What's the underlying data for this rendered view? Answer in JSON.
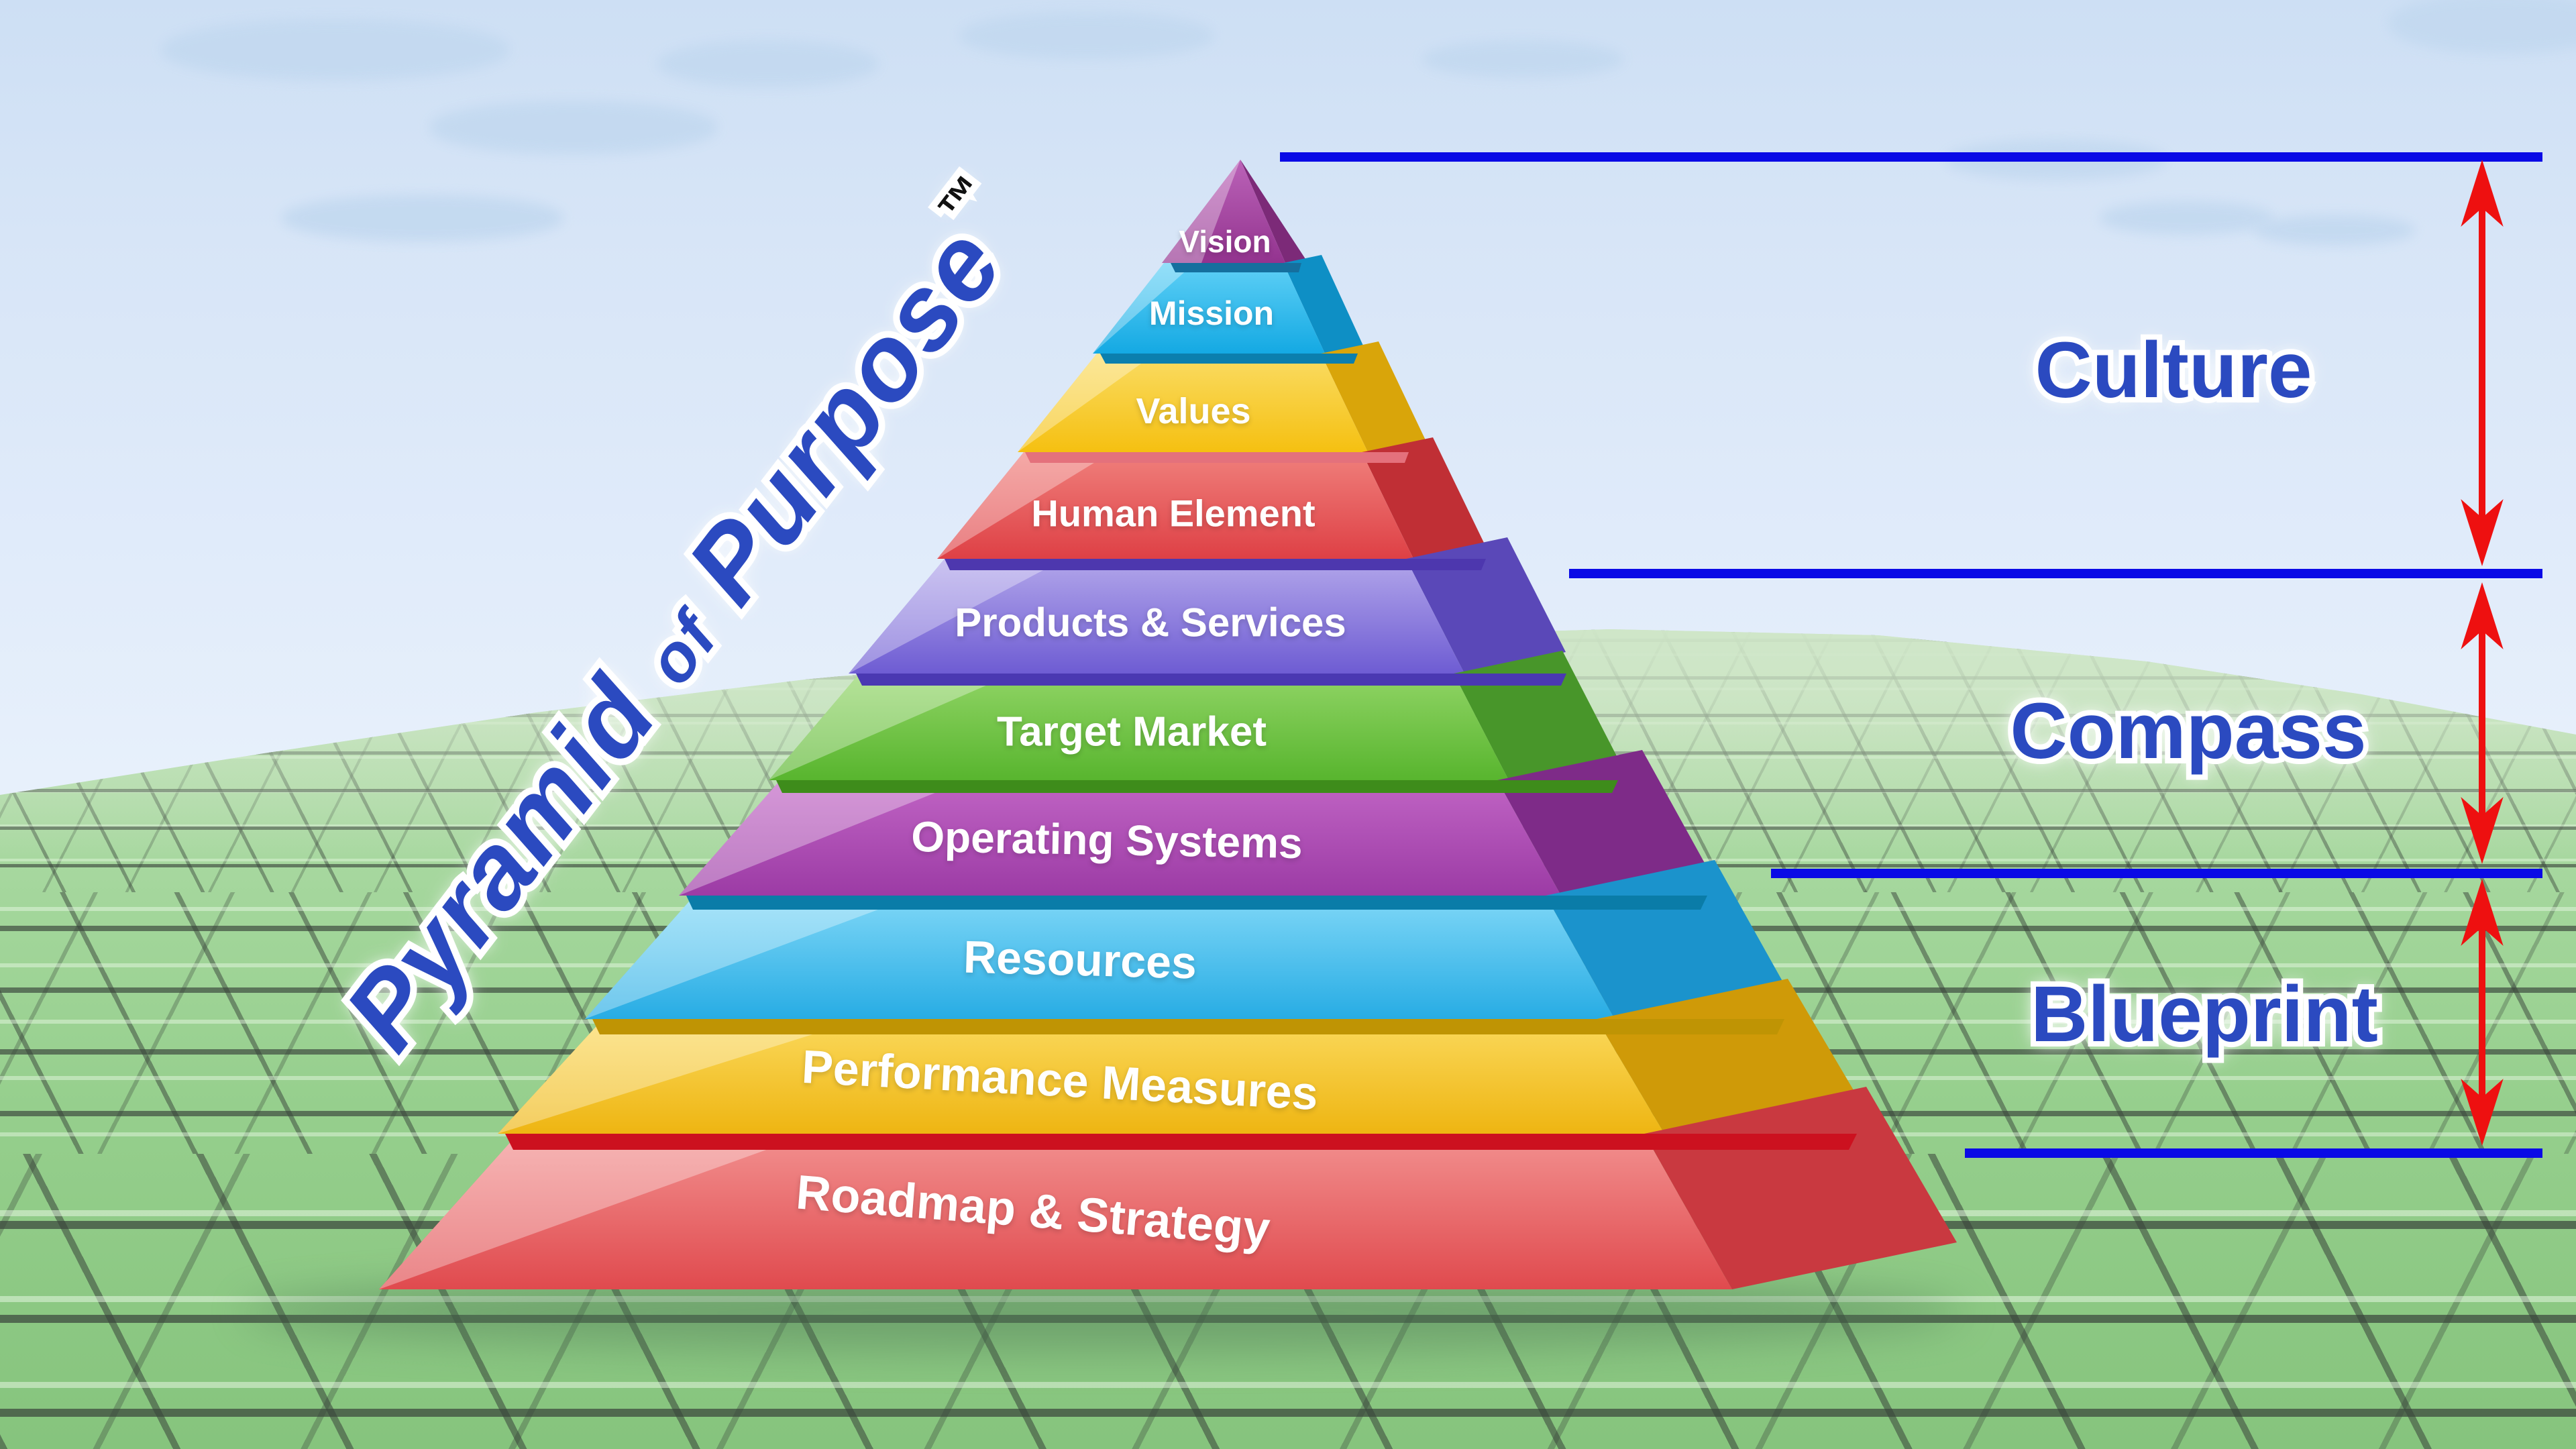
{
  "title": {
    "part1": "Pyramid",
    "part2": "of",
    "part3": "Purpose",
    "trademark": "™"
  },
  "pyramid": {
    "layers": [
      {
        "label": "Vision",
        "top": "#bb63b8",
        "bottom": "#93338f",
        "side": "#7c2a78",
        "under": "#156f9e"
      },
      {
        "label": "Mission",
        "top": "#5fd0f6",
        "bottom": "#14a9e3",
        "side": "#0e8fc5",
        "under": "#0b7fae"
      },
      {
        "label": "Values",
        "top": "#fadc64",
        "bottom": "#f5c011",
        "side": "#d9a50a",
        "under": "#e4717c"
      },
      {
        "label": "Human Element",
        "top": "#f0807c",
        "bottom": "#de4045",
        "side": "#c02f35",
        "under": "#4d37ae"
      },
      {
        "label": "Products & Services",
        "top": "#b2a6ea",
        "bottom": "#6e5cd3",
        "side": "#5a48b8",
        "under": "#4a38b2"
      },
      {
        "label": "Target Market",
        "top": "#90d465",
        "bottom": "#58b52e",
        "side": "#48962a",
        "under": "#3e8c1b"
      },
      {
        "label": "Operating Systems",
        "top": "#c064c4",
        "bottom": "#9c3ba5",
        "side": "#7e2b88",
        "under": "#0a7ca8"
      },
      {
        "label": "Resources",
        "top": "#7fd7f7",
        "bottom": "#27ace4",
        "side": "#1b93cc",
        "under": "#bf9404"
      },
      {
        "label": "Performance Measures",
        "top": "#fbd95c",
        "bottom": "#eeb512",
        "side": "#cf9a08",
        "under": "#cc111f"
      },
      {
        "label": "Roadmap & Strategy",
        "top": "#f2908f",
        "bottom": "#e04a4e",
        "side": "#c93940"
      }
    ]
  },
  "sections": [
    {
      "label": "Culture"
    },
    {
      "label": "Compass"
    },
    {
      "label": "Blueprint"
    }
  ],
  "colors": {
    "heading_blue": "#2b4ac0",
    "line_blue": "#0a0ae6",
    "arrow_red": "#ee1010",
    "layer_label_white": "#ffffff",
    "trademark_black": "#111111",
    "cloud_blue": "#c3d9f0"
  }
}
